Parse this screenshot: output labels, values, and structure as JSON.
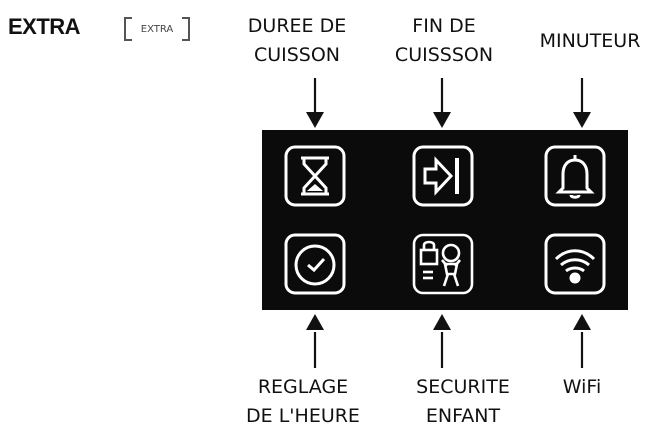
{
  "header": {
    "title": "EXTRA",
    "badge": "EXTRA"
  },
  "labels": {
    "duree": [
      "DUREE DE",
      "CUISSON"
    ],
    "fin": [
      "FIN DE",
      "CUISSSON"
    ],
    "minuteur": [
      "MINUTEUR"
    ],
    "reglage": [
      "REGLAGE",
      "DE L'HEURE"
    ],
    "securite": [
      "SECURITE",
      "ENFANT"
    ],
    "wifi": [
      "WiFi"
    ]
  },
  "icons": {
    "top": [
      "hourglass-icon",
      "end-time-icon",
      "bell-icon"
    ],
    "bottom": [
      "clock-icon",
      "child-lock-icon",
      "wifi-icon"
    ]
  },
  "colors": {
    "panel": "#0b0b0b",
    "icon": "#ffffff",
    "text": "#111111"
  }
}
